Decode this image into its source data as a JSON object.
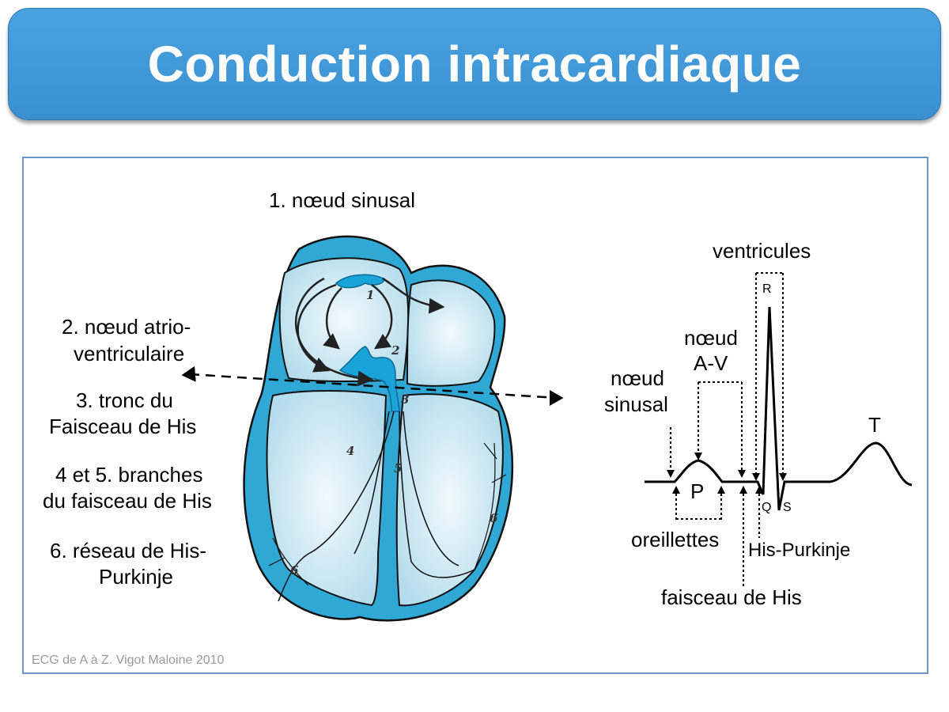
{
  "title": "Conduction intracardiaque",
  "left_labels": {
    "sinus_node": "1. nœud sinusal",
    "av_node_line1": "2. nœud atrio-",
    "av_node_line2": "ventriculaire",
    "his_trunk_line1": "3. tronc du",
    "his_trunk_line2": "Faisceau de His",
    "branches_line1": "4 et 5. branches",
    "branches_line2": "du faisceau de His",
    "purkinje_line1": "6. réseau de His-",
    "purkinje_line2": "Purkinje"
  },
  "heart_numbers": [
    "1",
    "2",
    "3",
    "4",
    "5",
    "6",
    "6"
  ],
  "ecg_labels": {
    "ventricles": "ventricules",
    "av_node_line1": "nœud",
    "av_node_line2": "A-V",
    "sinus_line1": "nœud",
    "sinus_line2": "sinusal",
    "p_wave": "P",
    "t_wave": "T",
    "r_wave": "R",
    "q_wave": "Q",
    "s_wave": "S",
    "atria": "oreillettes",
    "his_purkinje": "His-Purkinje",
    "his_bundle": "faisceau de His"
  },
  "credit": "ECG de A à Z. Vigot Maloine 2010",
  "colors": {
    "title_bg": "#3d95d6",
    "heart_outer": "#2fa8d6",
    "heart_inner": "#cfeaf4",
    "conduction": "#1aa3d8"
  }
}
